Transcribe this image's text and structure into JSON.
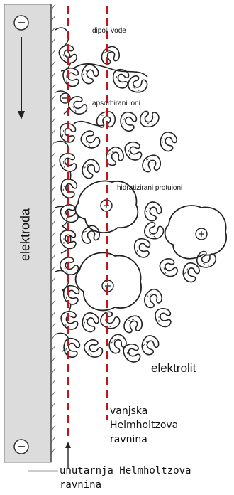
{
  "labels": {
    "electrode": "elektroda",
    "water_dipoles": "dipoli vode",
    "adsorbed_ions": "apsorbirani ioni",
    "hydrated_counterions": "hidratizirani protuioni",
    "electrolyte": "elektrolit",
    "outer_plane": "vanjska Helmholtzova ravnina",
    "inner_plane": "unutarnja Helmholtzova ravnina"
  },
  "symbols": {
    "negative": "⊖",
    "positive": "+"
  },
  "colors": {
    "electrode_fill": "#dcdcdc",
    "plane_line": "#c0161b",
    "ink": "#222222"
  }
}
